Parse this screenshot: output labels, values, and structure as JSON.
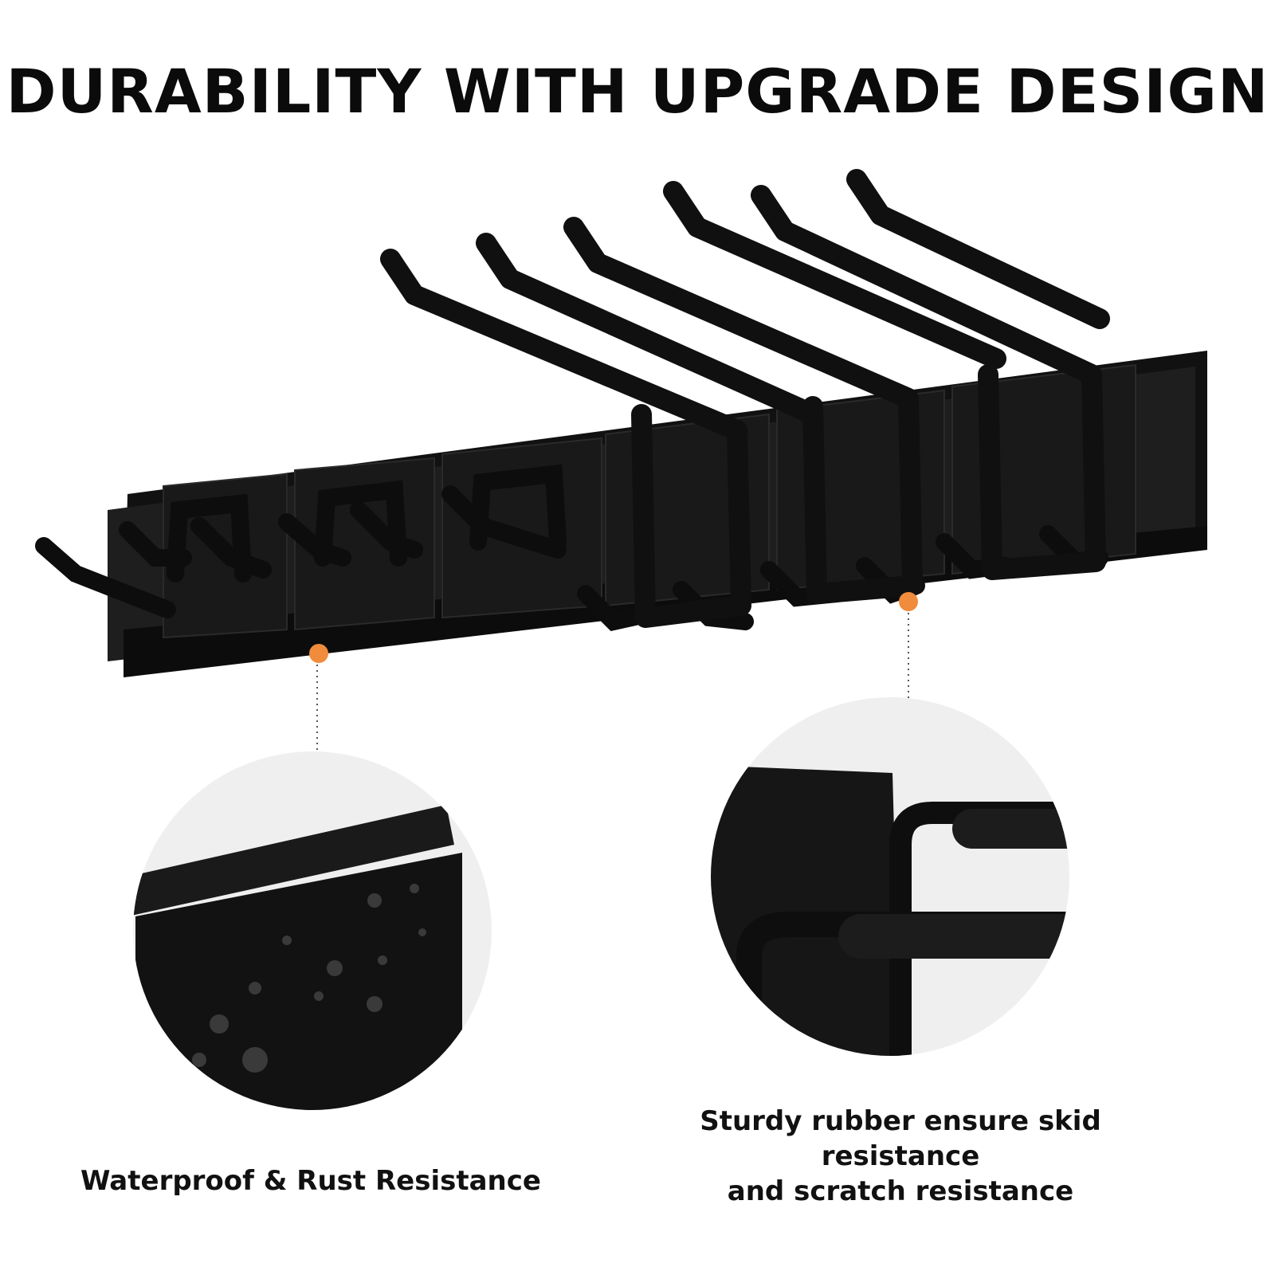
{
  "title": "DURABILITY WITH UPGRADE DESIGN",
  "features": [
    {
      "caption": "Waterproof & Rust Resistance"
    },
    {
      "caption_line1": "Sturdy rubber ensure skid resistance",
      "caption_line2": "and scratch resistance"
    }
  ],
  "colors": {
    "accent": "#f08c3c",
    "product": "#151515",
    "background": "#ffffff",
    "circle": "#efefef"
  }
}
